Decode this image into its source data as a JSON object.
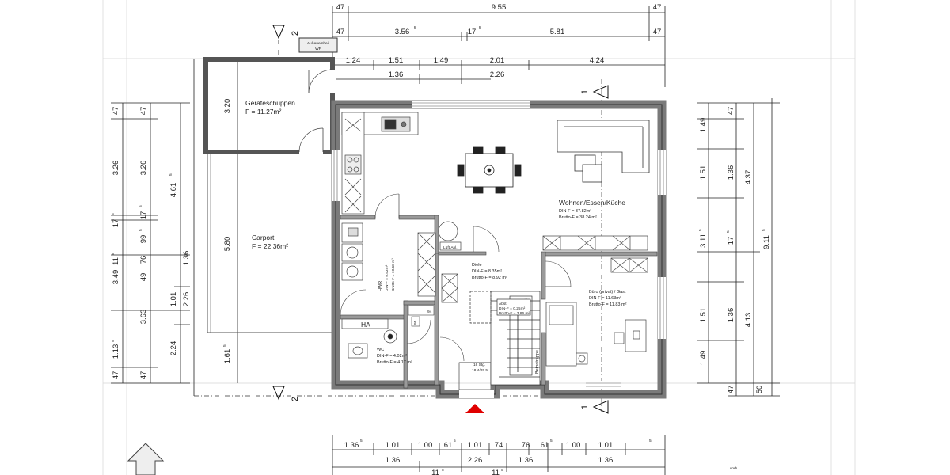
{
  "top_dims": {
    "row1": [
      "47",
      "9.55",
      "47"
    ],
    "row2": [
      "47",
      "3.56",
      "5",
      "17",
      "5",
      "5.81",
      "47"
    ],
    "row3": [
      "1.24",
      "1.51",
      "1.49",
      "2.01",
      "4.24"
    ],
    "row4": [
      "1.36",
      "2.26"
    ]
  },
  "left_dims": {
    "col1": [
      "47",
      "3.26",
      "17",
      "5",
      "3.49",
      "11",
      "5",
      "1.13",
      "5",
      "47"
    ],
    "col2": [
      "47",
      "3.26",
      "17",
      "5",
      "99",
      "5",
      "76",
      "49",
      "3.63",
      "47"
    ],
    "col3": [
      "4.61",
      "5",
      "1.36",
      "1.01",
      "2.26",
      "2.24"
    ],
    "col4": [
      "3.20",
      "5.80",
      "1.61",
      "5"
    ]
  },
  "right_dims": {
    "col1": [
      "1.49",
      "1.51",
      "3.11",
      "5",
      "1.51",
      "1.49"
    ],
    "col2": [
      "47",
      "1.36",
      "17",
      "5",
      "1.36",
      "47"
    ],
    "col3": [
      "4.37",
      "4.13",
      "50"
    ],
    "col4": [
      "9.11",
      "5"
    ]
  },
  "bottom_dims": {
    "row1": [
      "1.36",
      "5",
      "1.01",
      "1.00",
      "61",
      "5",
      "1.01",
      "74",
      "76",
      "61",
      "5",
      "1.00",
      "1.01",
      "5"
    ],
    "row2": [
      "1.36",
      "2.26",
      "1.36",
      "1.36"
    ],
    "row3": [
      "11",
      "5",
      "11",
      "5"
    ],
    "corner_text": "vorh."
  },
  "section_marks": [
    "2",
    "2",
    "1",
    "1"
  ],
  "outdoor_unit": {
    "line1": "Außeneinheit",
    "line2": "WP"
  },
  "rooms": {
    "shed": {
      "name": "Geräteschuppen",
      "area": "F = 11.27m²"
    },
    "carport": {
      "name": "Carport",
      "area": "F = 22.36m²"
    },
    "living": {
      "name": "Wohnen/Essen/Küche",
      "din": "DIN-F = 37.82m²",
      "brutto": "Brutto-F = 38.24 m²"
    },
    "hwr": {
      "name": "HWR",
      "din": "DIN-F = 9.53m²",
      "brutto": "Brutto-F = 10.66 m²"
    },
    "lueftung": {
      "name": "Lüft.Anl."
    },
    "diele": {
      "name": "Diele",
      "din": "DIN-F = 8.35m²",
      "brutto": "Brutto-F = 8.92 m²"
    },
    "abst": {
      "name": "Abst.",
      "din": "DIN-F = 0.25m²",
      "brutto": "Brutto-F = 3.86 m²"
    },
    "buero": {
      "name": "Büro (privat) / Gast",
      "din": "DIN-F = 11.63m²",
      "brutto": "Brutto-F = 11.83 m²"
    },
    "wc": {
      "name": "WC",
      "din": "DIN-F = 4.02m²",
      "brutto": "Brutto-F = 4.17 m²"
    },
    "ha": {
      "name": "HA"
    },
    "stairs": {
      "name": "Betontreppe",
      "steps": "16 Stg.",
      "rise": "18.4/25.5"
    },
    "small94": {
      "name": "94"
    },
    "small95": {
      "name": "95"
    }
  },
  "colors": {
    "wall": "#7a7a7a",
    "wall_dark": "#4a4a4a",
    "entrance": "#e00000",
    "grid": "#cfcfcf"
  }
}
